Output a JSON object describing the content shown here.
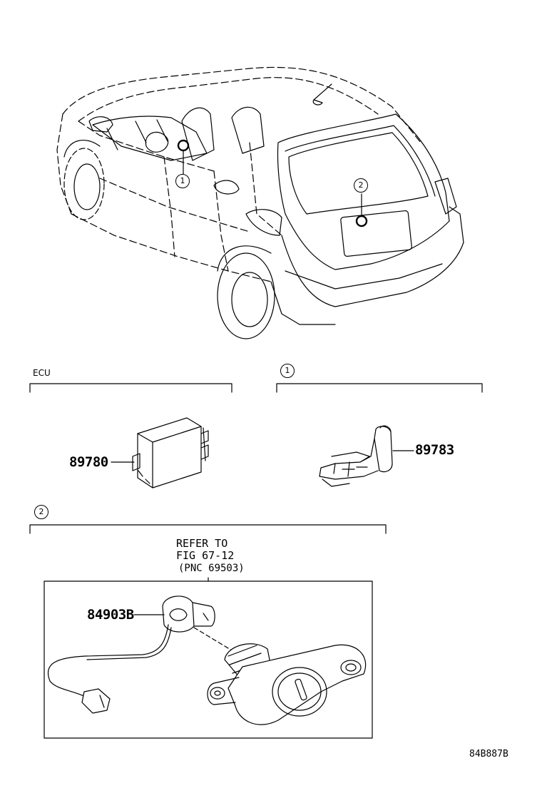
{
  "sections": {
    "ecu": {
      "title": "ECU",
      "part_number": "89780"
    },
    "callout1": {
      "marker": "1",
      "part_number": "89783"
    },
    "callout2": {
      "marker": "2",
      "refer_line1": "REFER TO",
      "refer_line2": "FIG 67-12",
      "refer_line3": "(PNC 69503)",
      "part_number": "84903B"
    }
  },
  "car_markers": {
    "m1": "1",
    "m2": "2"
  },
  "figure_code": "84B887B"
}
